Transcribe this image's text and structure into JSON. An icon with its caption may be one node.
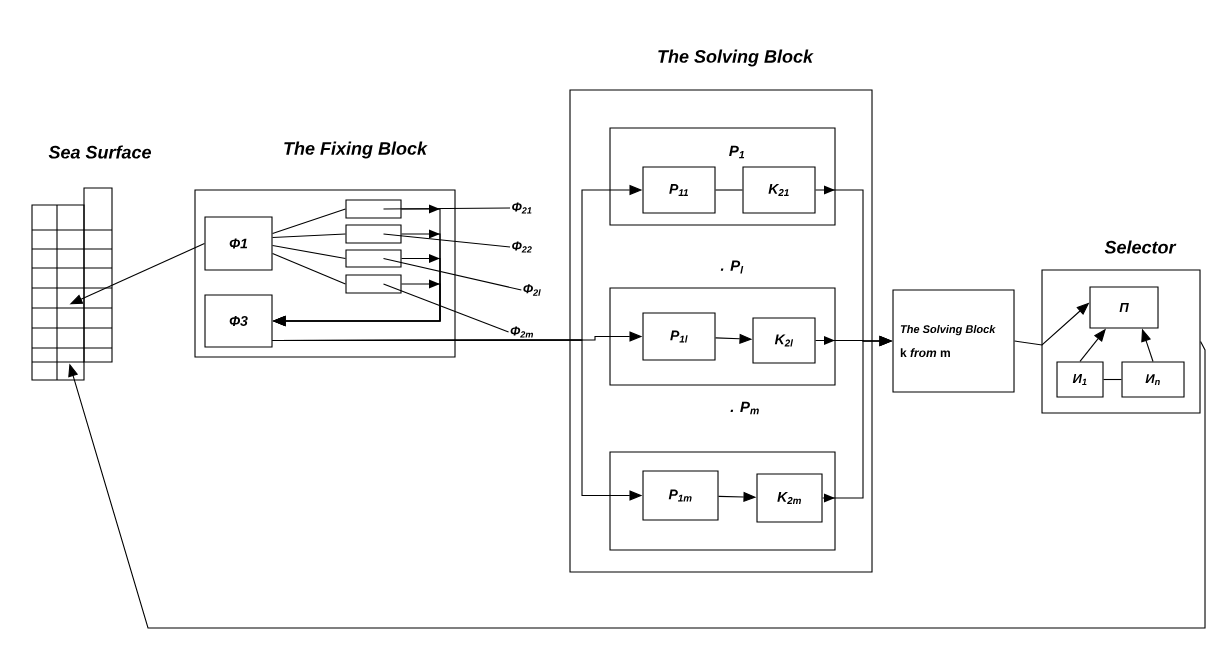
{
  "diagram": {
    "nodes": [
      {
        "text": [
          "Sea Surface"
        ]
      },
      {
        "text": [
          "The Fixing Block"
        ]
      },
      {
        "text": [
          "Ф1"
        ],
        "in": 1
      },
      {
        "text": [
          "Ф3"
        ],
        "in": 1
      },
      {
        "text": [],
        "shape": "box",
        "in": 1
      },
      {
        "text": [],
        "shape": "box",
        "in": 1
      },
      {
        "text": [],
        "shape": "box",
        "in": 1
      },
      {
        "text": [],
        "shape": "box",
        "in": 1
      },
      {
        "text": [
          "The Solving Block"
        ]
      },
      {
        "text": [
          "P$_{1}$"
        ],
        "in": 8
      },
      {
        "text": [
          "P$_{11}$"
        ],
        "in": 9
      },
      {
        "text": [
          "K$_{21}$"
        ],
        "in": 9
      },
      {
        "text": [
          ". P$_{l}$"
        ],
        "in": 8
      },
      {
        "text": [
          "P$_{1l}$"
        ],
        "in": 12
      },
      {
        "text": [
          "K$_{2l}$"
        ],
        "in": 12
      },
      {
        "text": [
          ". P$_{m}$"
        ],
        "in": 8
      },
      {
        "text": [
          "P$_{1m}$"
        ],
        "in": 15
      },
      {
        "text": [
          "K$_{2m}$"
        ],
        "in": 15
      },
      {
        "text": [
          "The Solving Block",
          "k *from* m"
        ]
      },
      {
        "text": [
          "Selector"
        ]
      },
      {
        "text": [
          "П"
        ],
        "in": 19
      },
      {
        "text": [
          "И$_{1}$"
        ],
        "in": 19
      },
      {
        "text": [
          "И$_{n}$"
        ],
        "in": 19
      },
      {
        "text": [
          "Ф$_{21}$"
        ]
      },
      {
        "text": [
          "Ф$_{22}$"
        ]
      },
      {
        "text": [
          "Ф$_{2l}$"
        ]
      },
      {
        "text": [
          "Ф$_{2m}$"
        ]
      }
    ],
    "edges": [
      {
        "from": 2,
        "to": 0,
        "arrow": "to"
      },
      {
        "from": 2,
        "to": 4,
        "arrow": "none"
      },
      {
        "from": 2,
        "to": 5,
        "arrow": "none"
      },
      {
        "from": 2,
        "to": 6,
        "arrow": "none"
      },
      {
        "from": 2,
        "to": 7,
        "arrow": "none"
      },
      {
        "from": 4,
        "to": 3,
        "arrow": "to"
      },
      {
        "from": 5,
        "to": 3,
        "arrow": "to"
      },
      {
        "from": 6,
        "to": 3,
        "arrow": "to"
      },
      {
        "from": 7,
        "to": 3,
        "arrow": "to"
      },
      {
        "from": 3,
        "to": 10,
        "arrow": "to"
      },
      {
        "from": 3,
        "to": 13,
        "arrow": "to"
      },
      {
        "from": 3,
        "to": 16,
        "arrow": "to"
      },
      {
        "from": 10,
        "to": 11,
        "arrow": "none"
      },
      {
        "from": 13,
        "to": 14,
        "arrow": "to"
      },
      {
        "from": 16,
        "to": 17,
        "arrow": "to"
      },
      {
        "from": 11,
        "to": 18,
        "arrow": "to"
      },
      {
        "from": 14,
        "to": 18,
        "arrow": "to"
      },
      {
        "from": 17,
        "to": 18,
        "arrow": "to"
      },
      {
        "from": 18,
        "to": 20,
        "arrow": "to"
      },
      {
        "from": 21,
        "to": 20,
        "arrow": "to"
      },
      {
        "from": 22,
        "to": 20,
        "arrow": "to"
      },
      {
        "from": 21,
        "to": 22,
        "arrow": "none"
      },
      {
        "from": 19,
        "to": 0,
        "arrow": "to"
      },
      {
        "from": 4,
        "to": 23,
        "arrow": "none"
      },
      {
        "from": 5,
        "to": 24,
        "arrow": "none"
      },
      {
        "from": 6,
        "to": 25,
        "arrow": "none"
      },
      {
        "from": 7,
        "to": 26,
        "arrow": "none"
      }
    ]
  }
}
